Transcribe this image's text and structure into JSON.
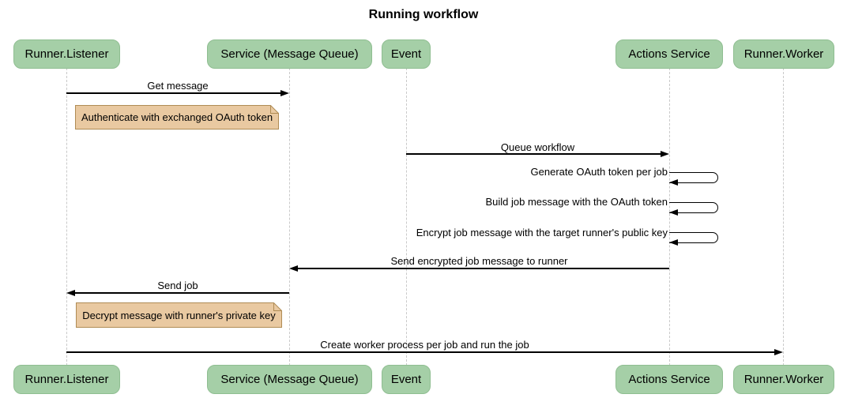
{
  "title": "Running workflow",
  "diagram_type": "sequence",
  "participants": [
    {
      "label": "Runner.Listener"
    },
    {
      "label": "Service (Message Queue)"
    },
    {
      "label": "Event"
    },
    {
      "label": "Actions Service"
    },
    {
      "label": "Runner.Worker"
    }
  ],
  "messages": [
    {
      "type": "arrow",
      "from": "Runner.Listener",
      "to": "Service (Message Queue)",
      "label": "Get message"
    },
    {
      "type": "note",
      "over": "Runner.Listener / Service (Message Queue)",
      "label": "Authenticate with exchanged OAuth token"
    },
    {
      "type": "arrow",
      "from": "Event",
      "to": "Actions Service",
      "label": "Queue workflow"
    },
    {
      "type": "self",
      "on": "Actions Service",
      "label": "Generate OAuth token per job"
    },
    {
      "type": "self",
      "on": "Actions Service",
      "label": "Build job message with the OAuth token"
    },
    {
      "type": "self",
      "on": "Actions Service",
      "label": "Encrypt job message with the target runner's public key"
    },
    {
      "type": "arrow",
      "from": "Actions Service",
      "to": "Service (Message Queue)",
      "label": "Send encrypted job message to runner"
    },
    {
      "type": "arrow",
      "from": "Service (Message Queue)",
      "to": "Runner.Listener",
      "label": "Send job"
    },
    {
      "type": "note",
      "over": "Runner.Listener / Service (Message Queue)",
      "label": "Decrypt message with runner's private key"
    },
    {
      "type": "arrow",
      "from": "Runner.Listener",
      "to": "Runner.Worker",
      "label": "Create worker process per job and run the job"
    }
  ],
  "colors": {
    "participant_fill": "#a5cfa7",
    "participant_border": "#8fbe91",
    "note_fill": "#e9c9a1",
    "note_border": "#b08c55",
    "lifeline": "#c9c9c9",
    "arrow": "#000000",
    "text": "#000000",
    "background": "#ffffff"
  }
}
